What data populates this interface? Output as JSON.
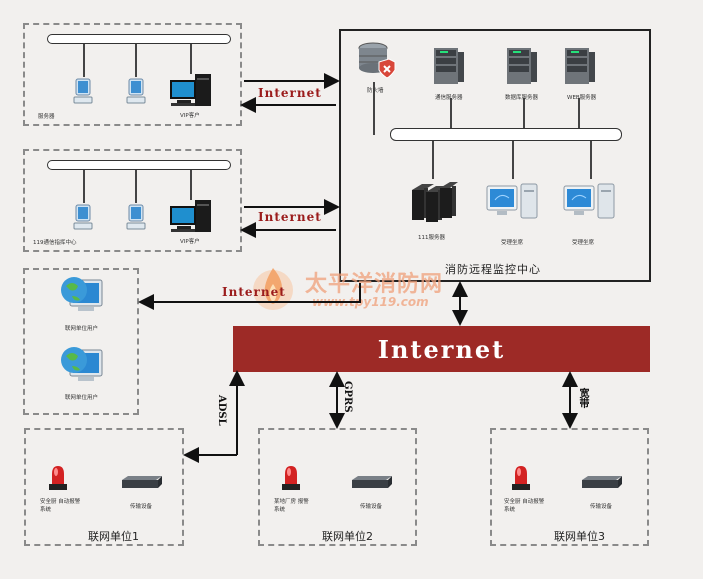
{
  "internet_banner": "Internet",
  "internet_arrow_labels": [
    "Internet",
    "Internet",
    "Internet"
  ],
  "monitor_center": {
    "title": "消防远程监控中心",
    "devices": [
      "防火墙",
      "通信服务器",
      "数据库服务器",
      "WEB服务器",
      "111服务器",
      "受理坐席",
      "受理坐席"
    ]
  },
  "group1": {
    "labels": [
      "服务器",
      "VIP客户"
    ]
  },
  "group2": {
    "labels": [
      "119通信指挥中心",
      "VIP客户"
    ]
  },
  "group3": {
    "labels": [
      "联网单位用户",
      "联网单位用户"
    ]
  },
  "connections": {
    "adsl": "ADSL",
    "gprs": "GPRS",
    "broadband": "宽带"
  },
  "units": [
    {
      "title": "联网单位1",
      "alarm_label": "安全厨 自动报警系统",
      "device_label": "传输设备"
    },
    {
      "title": "联网单位2",
      "alarm_label": "某地厂房 报警系统",
      "device_label": "传输设备"
    },
    {
      "title": "联网单位3",
      "alarm_label": "安全厨 自动报警系统",
      "device_label": "传输设备"
    }
  ],
  "watermark": {
    "name": "太平洋消防网",
    "url": "www.tpy119.com"
  },
  "colors": {
    "banner": "#9d2a26",
    "arrow_text": "#9b1c1c",
    "dashed": "#8a8a8a"
  }
}
